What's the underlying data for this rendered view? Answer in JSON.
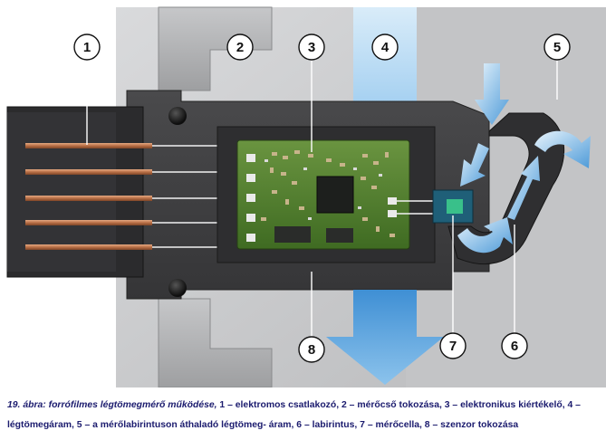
{
  "figure": {
    "callouts": [
      "1",
      "2",
      "3",
      "4",
      "5",
      "6",
      "7",
      "8"
    ]
  },
  "caption": {
    "label": "19. ábra: forrófilmes légtömegmérő működése,",
    "text": " 1 – elektromos csatlakozó, 2 – mérőcső tokozása, 3 – elektronikus kiértékelő, 4 – légtömegáram, 5 – a mérőlabirintuson áthaladó légtömeg- áram, 6 – labirintus, 7 – mérőcella, 8 – szenzor tokozása"
  },
  "colors": {
    "housing_dark": "#3f3f41",
    "housing_light": "#c9cacc",
    "connector": "#2b2b2d",
    "pcb": "#4e7a2c",
    "pin": "#c9845a",
    "air_flow": "#6aaee0",
    "caption_text": "#1b1b6e"
  }
}
